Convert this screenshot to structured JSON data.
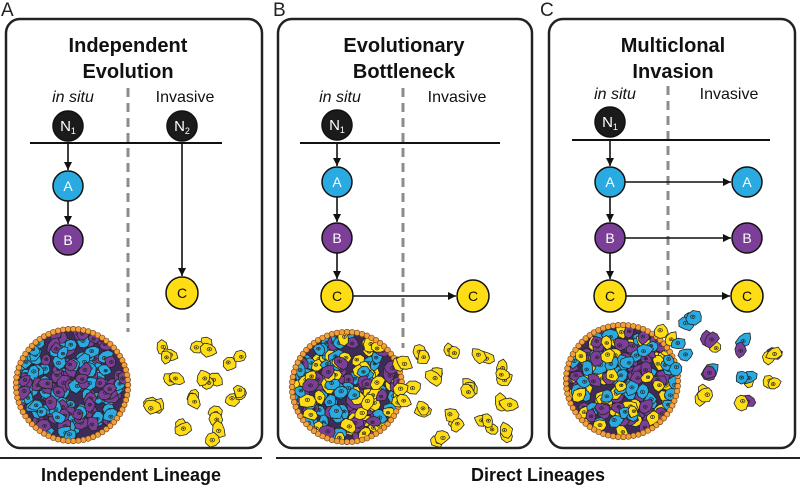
{
  "figure": {
    "panels": [
      {
        "letter": "A",
        "title": [
          "Independent",
          "Evolution"
        ],
        "in_situ_label": "in situ",
        "invasive_label": "Invasive",
        "nodes": {
          "n1": {
            "main": "N",
            "sub": "1"
          },
          "n2": {
            "main": "N",
            "sub": "2"
          },
          "a": "A",
          "b": "B",
          "c": "C"
        }
      },
      {
        "letter": "B",
        "title": [
          "Evolutionary",
          "Bottleneck"
        ],
        "in_situ_label": "in situ",
        "invasive_label": "Invasive",
        "nodes": {
          "n1": {
            "main": "N",
            "sub": "1"
          },
          "a": "A",
          "b": "B",
          "c": "C",
          "c_invasive": "C"
        }
      },
      {
        "letter": "C",
        "title": [
          "Multiclonal",
          "Invasion"
        ],
        "in_situ_label": "in situ",
        "invasive_label": "Invasive",
        "nodes": {
          "n1": {
            "main": "N",
            "sub": "1"
          },
          "a": "A",
          "b": "B",
          "c": "C",
          "a_invasive": "A",
          "b_invasive": "B",
          "c_invasive": "C"
        }
      }
    ],
    "footer": {
      "independent": "Independent Lineage",
      "direct": "Direct Lineages"
    }
  },
  "colors": {
    "founder": "#1b1b1b",
    "clone_a": "#29abe2",
    "clone_b": "#7b3f98",
    "clone_c": "#ffdd15",
    "tumor_border": "#f0a03c",
    "divider": "#8c8c8c"
  }
}
